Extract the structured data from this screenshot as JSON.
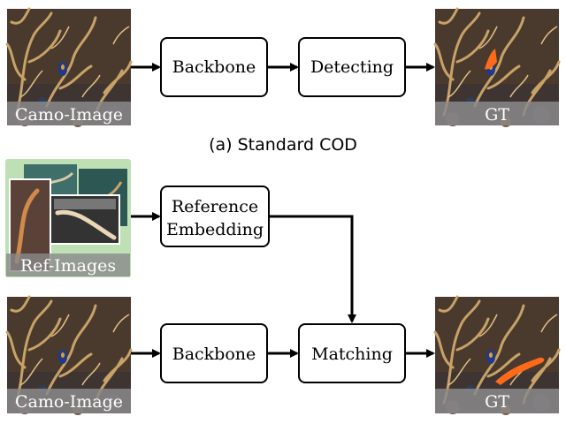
{
  "panel_a": {
    "input_label": "Camo-Image",
    "box1": "Backbone",
    "box2": "Detecting",
    "output_label": "GT",
    "caption": "(a) Standard COD"
  },
  "panel_b": {
    "ref_label": "Ref-Images",
    "ref_box_line1": "Reference",
    "ref_box_line2": "Embedding",
    "input_label": "Camo-Image",
    "box1": "Backbone",
    "box2": "Matching",
    "output_label": "GT"
  },
  "colors": {
    "ref_panel_bg": "#bfe0b4",
    "label_strip": "#8a8a8a"
  },
  "icons": {
    "camo_image": "coral-reef-photo",
    "gt_image": "coral-reef-photo-with-highlighted-fish",
    "ref_images": "collage-of-eel-photos"
  }
}
